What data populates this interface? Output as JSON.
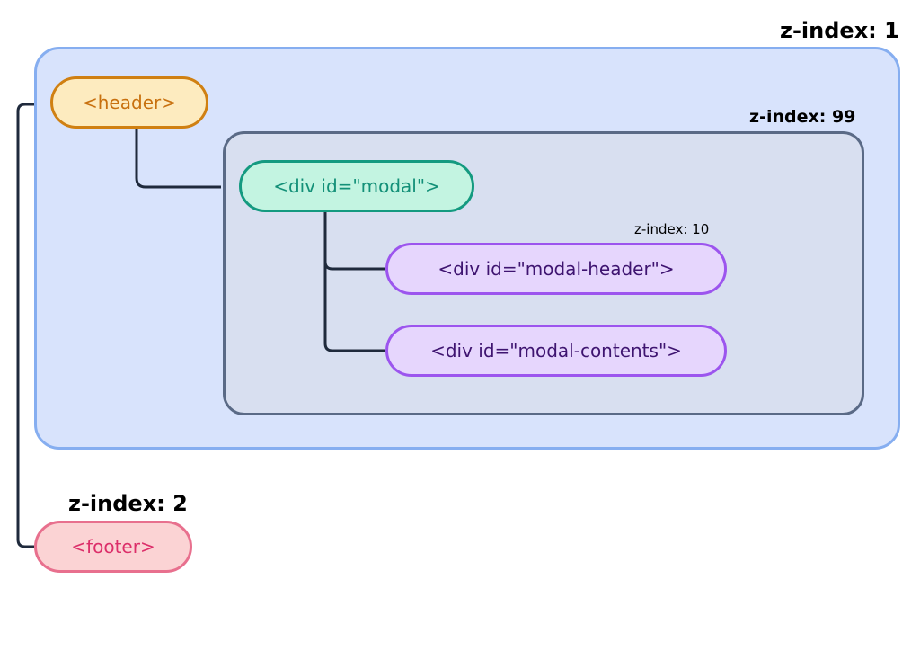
{
  "labels": {
    "z_index_1": "z-index: 1",
    "z_index_99": "z-index: 99",
    "z_index_10": "z-index: 10",
    "z_index_2": "z-index: 2"
  },
  "nodes": {
    "header": "<header>",
    "modal": "<div id=\"modal\">",
    "modal_header": "<div id=\"modal-header\">",
    "modal_contents": "<div id=\"modal-contents\">",
    "footer": "<footer>"
  },
  "colors": {
    "header_accent": "#d08012",
    "modal_accent": "#149a80",
    "child_accent": "#9c55ee",
    "footer_accent": "#e8708e",
    "layer1_fill": "#d8e3fc",
    "layer99_fill": "#d8dff0",
    "connector": "#1f2a3c"
  }
}
